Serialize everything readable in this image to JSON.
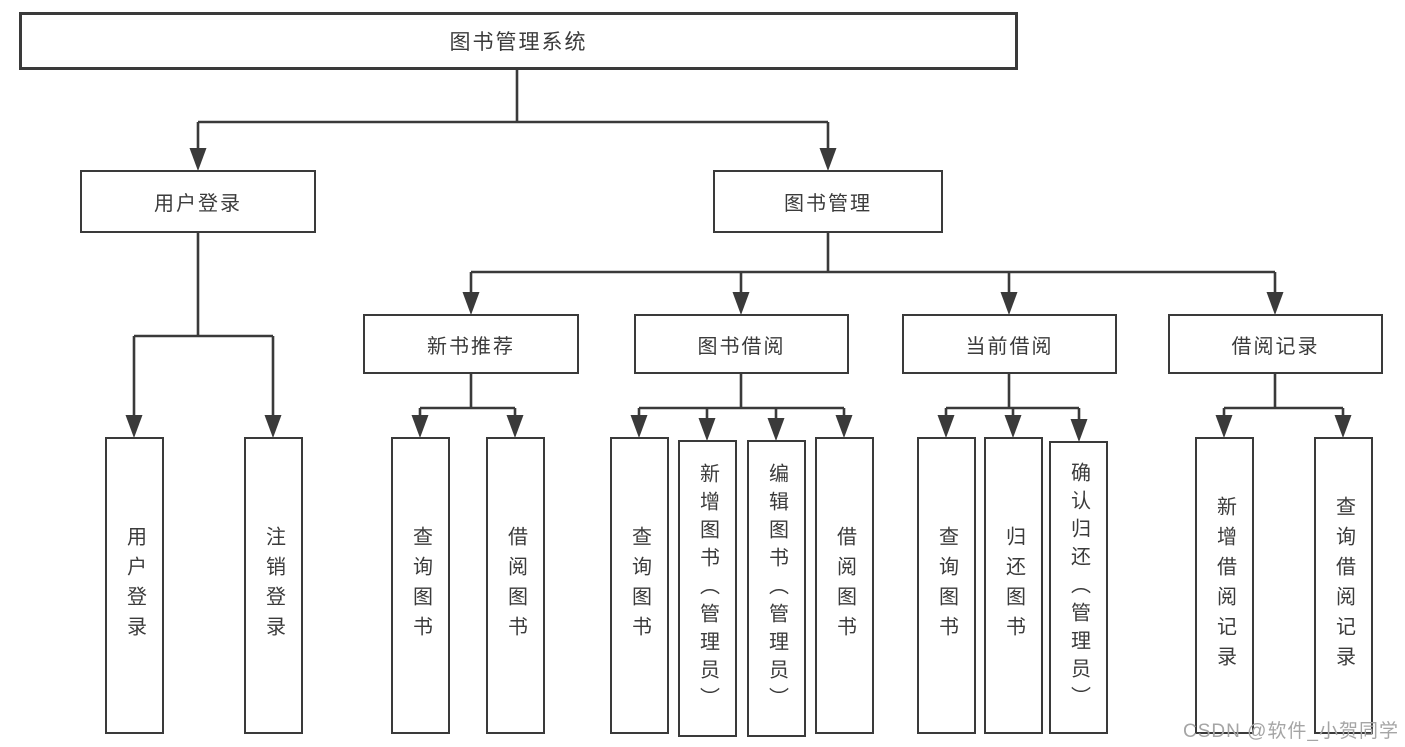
{
  "diagram": {
    "type": "hierarchy-tree",
    "tree": {
      "label": "图书管理系统",
      "children": [
        {
          "label": "用户登录",
          "children": [
            {
              "label": "用户登录"
            },
            {
              "label": "注销登录"
            }
          ]
        },
        {
          "label": "图书管理",
          "children": [
            {
              "label": "新书推荐",
              "children": [
                {
                  "label": "查询图书"
                },
                {
                  "label": "借阅图书"
                }
              ]
            },
            {
              "label": "图书借阅",
              "children": [
                {
                  "label": "查询图书"
                },
                {
                  "label": "新增图书（管理员）"
                },
                {
                  "label": "编辑图书（管理员）"
                },
                {
                  "label": "借阅图书"
                }
              ]
            },
            {
              "label": "当前借阅",
              "children": [
                {
                  "label": "查询图书"
                },
                {
                  "label": "归还图书"
                },
                {
                  "label": "确认归还（管理员）"
                }
              ]
            },
            {
              "label": "借阅记录",
              "children": [
                {
                  "label": "新增借阅记录"
                },
                {
                  "label": "查询借阅记录"
                }
              ]
            }
          ]
        }
      ]
    },
    "colors": {
      "line": "#3a3a3a",
      "box_border": "#3a3a3a",
      "text": "#3b3b3b",
      "background": "#ffffff",
      "watermark": "#a5a5a5"
    }
  },
  "watermark": {
    "text": "CSDN @软件_小贺同学"
  }
}
